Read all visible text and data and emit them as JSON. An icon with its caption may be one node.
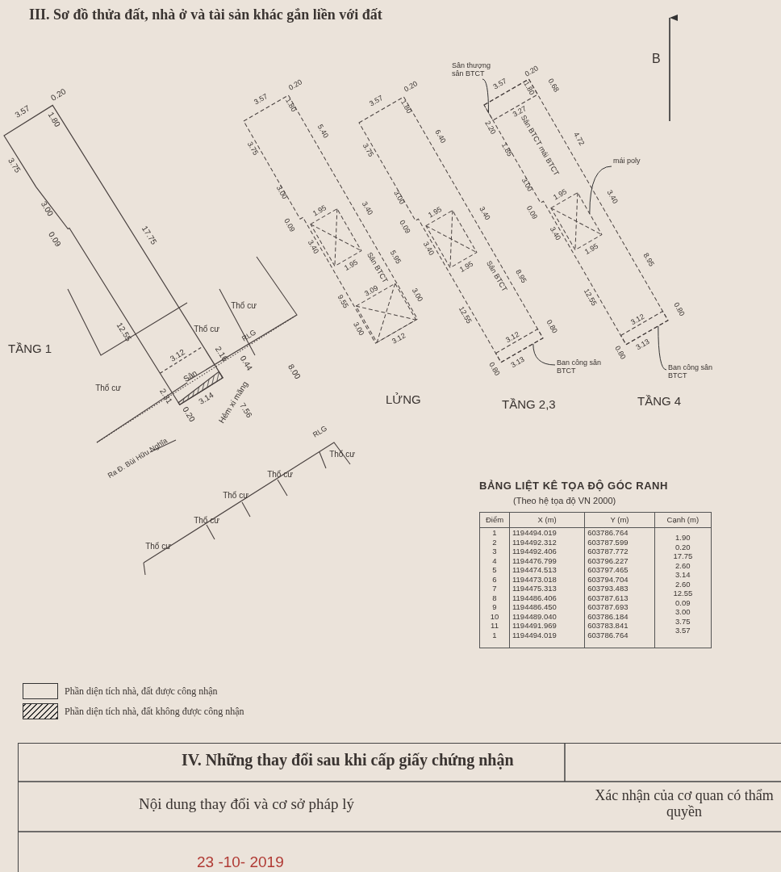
{
  "diagram": {
    "title": "III. Sơ đồ thửa đất, nhà ở và tài sản khác gắn liền với đất",
    "nodes": [
      {
        "text": [
          "Sân thượng sân BTCT"
        ]
      },
      {
        "text": [
          "mái poly"
        ]
      },
      {
        "text": [
          "Ban công sân BTCT"
        ]
      },
      {
        "text": [
          "Ban công sân BTCT"
        ]
      },
      {
        "text": [],
        "shape": "box"
      },
      {
        "text": [],
        "shape": "box"
      },
      {
        "text": [],
        "shape": "box"
      },
      {
        "text": [],
        "shape": "box"
      }
    ],
    "edges": [
      {
        "from": 0,
        "to": 4,
        "arrow": "none"
      },
      {
        "from": 1,
        "to": 5,
        "arrow": "none"
      },
      {
        "from": 2,
        "to": 6,
        "arrow": "none"
      },
      {
        "from": 3,
        "to": 7,
        "arrow": "none"
      }
    ],
    "labels": [
      "B",
      "3.57",
      "1.80",
      "0.20",
      "3.75",
      "3.00",
      "0.09",
      "17.75",
      "12.55",
      "3.12",
      "2.16",
      "Sân",
      "2.31",
      "3.14",
      "0.20",
      "0.44",
      "TẦNG 1",
      "Thổ cư",
      "Thổ cư",
      "RLG",
      "Thổ cư",
      "Hẻm xi măng",
      "8.00",
      "7.56",
      "Ra Đ. Bùi Hữu Nghĩa",
      "RLG",
      "Thổ cư",
      "Thổ cư",
      "Thổ cư",
      "Thổ cư",
      "Thổ cư",
      "3.57",
      "1.80",
      "0.20",
      "3.75",
      "5.40",
      "3.00",
      "0.09",
      "1.95",
      "3.40",
      "3.40",
      "1.95",
      "9.55",
      "Sân BTCT",
      "5.95",
      "3.09",
      "3.00",
      "3.00",
      "3.12",
      "LỬNG",
      "3.57",
      "1.80",
      "0.20",
      "3.75",
      "6.40",
      "3.00",
      "0.09",
      "1.95",
      "3.40",
      "3.40",
      "1.95",
      "12.55",
      "Sân BTCT",
      "8.95",
      "3.12",
      "0.80",
      "0.80",
      "3.13",
      "TẦNG 2,3",
      "3.57",
      "1.80",
      "0.20",
      "0.68",
      "3.27",
      "2.20",
      "1.85",
      "Sân BTCT mái BTCT",
      "4.72",
      "3.00",
      "0.09",
      "1.95",
      "3.40",
      "3.40",
      "1.95",
      "12.55",
      "8.95",
      "3.12",
      "0.80",
      "0.80",
      "3.13",
      "TẦNG 4",
      "BẢNG LIỆT KÊ TỌA ĐỘ GÓC RANH",
      "(Theo hệ tọa độ VN 2000)",
      "Điểm",
      "X (m)",
      "Y (m)",
      "Cạnh (m)",
      "1",
      "1194494.019",
      "603786.764",
      "1.90",
      "2",
      "1194492.312",
      "603787.599",
      "0.20",
      "3",
      "1194492.406",
      "603787.772",
      "17.75",
      "4",
      "1194476.799",
      "603796.227",
      "2.60",
      "5",
      "1194474.513",
      "603797.465",
      "3.14",
      "6",
      "1194473.018",
      "603794.704",
      "2.60",
      "7",
      "1194475.313",
      "603793.483",
      "12.55",
      "8",
      "1194486.406",
      "603787.613",
      "0.09",
      "9",
      "1194486.450",
      "603787.693",
      "3.00",
      "10",
      "1194489.040",
      "603786.184",
      "3.75",
      "11",
      "1194491.969",
      "603783.841",
      "3.57",
      "1",
      "1194494.019",
      "603786.764",
      "IV. Những thay đổi sau khi cấp giấy chứng nhận",
      "Nội dung thay đổi và cơ sở pháp lý",
      "Xác nhận của cơ quan có thẩm quyền",
      "23 -10- 2019"
    ],
    "legend": [
      {
        "text": "Phần diện tích nhà, đất được công nhận"
      },
      {
        "text": "Phần diện tích nhà, đất không được công nhận"
      }
    ]
  }
}
